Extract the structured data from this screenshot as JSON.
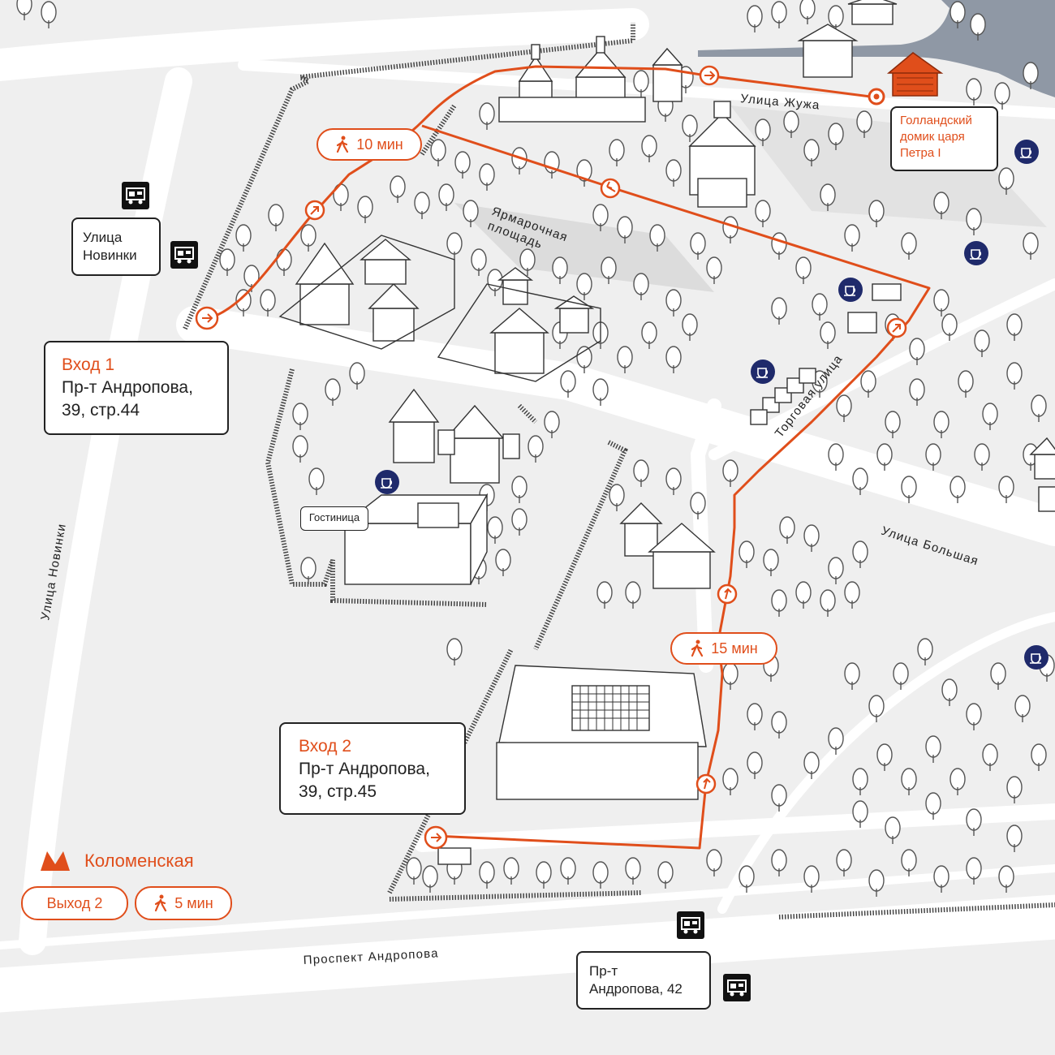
{
  "streets": {
    "zhuzha": "Улица Жужа",
    "bolshaya": "Улица Большая",
    "torgovaya": "Торговая улица",
    "novinki": "Улица Новинки",
    "andropova": "Проспект Андропова",
    "square_line1": "Ярмарочная",
    "square_line2": "площадь"
  },
  "entrance1": {
    "title": "Вход 1",
    "line1": "Пр-т Андропова,",
    "line2": "39, стр.44"
  },
  "entrance2": {
    "title": "Вход 2",
    "line1": "Пр-т Андропова,",
    "line2": "39, стр.45"
  },
  "bus_stops": {
    "novinki": {
      "line1": "Улица",
      "line2": "Новинки"
    },
    "andropova": {
      "line1": "Пр-т",
      "line2": "Андропова, 42"
    }
  },
  "dutch_house": {
    "line1": "Голландский",
    "line2": "домик царя",
    "line3": "Петра I"
  },
  "hotel": "Гостиница",
  "walk_times": {
    "route_top": "10 мин",
    "route_bottom": "15 мин"
  },
  "metro": {
    "station": "Коломенская",
    "exit": "Выход 2",
    "walk": "5 мин"
  },
  "colors": {
    "route": "#e04e1b",
    "cafe": "#1f2a6b",
    "road": "#ffffff",
    "ground": "#efefef",
    "water": "#8f98a5"
  },
  "icons": [
    "bus-icon",
    "cafe-icon",
    "metro-icon",
    "walker-icon",
    "arrow-icon",
    "house-icon"
  ]
}
